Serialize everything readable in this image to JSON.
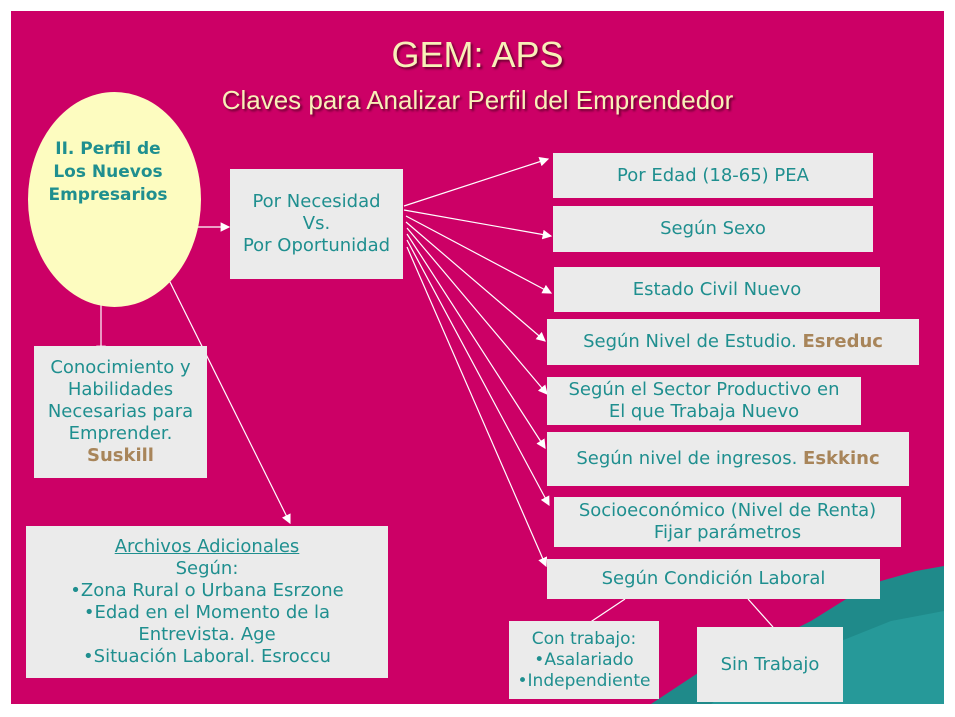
{
  "title": "GEM: APS",
  "subtitle": "Claves para Analizar Perfil del Emprendedor",
  "ellipse": {
    "lines": [
      "II. Perfil de",
      "Los Nuevos",
      "Empresarios"
    ]
  },
  "center_box": {
    "lines": [
      "Por Necesidad",
      "Vs.",
      "Por Oportunidad"
    ]
  },
  "right_boxes": [
    {
      "text": "Por Edad (18-65) PEA",
      "highlight": ""
    },
    {
      "text": "Según Sexo",
      "highlight": ""
    },
    {
      "text": "Estado Civil Nuevo",
      "highlight": ""
    },
    {
      "text": "Según Nivel de Estudio.",
      "highlight": "Esreduc"
    },
    {
      "text": "Según el Sector Productivo en El que Trabaja Nuevo",
      "highlight": ""
    },
    {
      "text": "Según nivel de ingresos.",
      "highlight": "Eskkinc"
    },
    {
      "text": "Socioeconómico (Nivel de Renta) Fijar parámetros",
      "highlight": ""
    },
    {
      "text": "Según Condición Laboral",
      "highlight": ""
    }
  ],
  "knowledge_box": {
    "lines": [
      "Conocimiento y",
      "Habilidades",
      "Necesarias para",
      "Emprender."
    ],
    "highlight": "Suskill"
  },
  "archives_box": {
    "heading": "Archivos Adicionales",
    "sub": "Según:",
    "items": [
      "•Zona Rural o Urbana Esrzone",
      "•Edad en el Momento de la",
      "Entrevista. Age",
      "•Situación Laboral. Esroccu"
    ]
  },
  "with_work_box": {
    "lines": [
      "Con trabajo:",
      "•Asalariado",
      "•Independiente"
    ]
  },
  "without_work_box": {
    "text": "Sin Trabajo"
  },
  "colors": {
    "background": "#cc0066",
    "box": "#ebebeb",
    "text": "#1f8f8f",
    "highlight": "#a8855a",
    "title": "#f8f0b8",
    "ellipse": "#fdfcc0",
    "wave": "#1f8a8a"
  }
}
